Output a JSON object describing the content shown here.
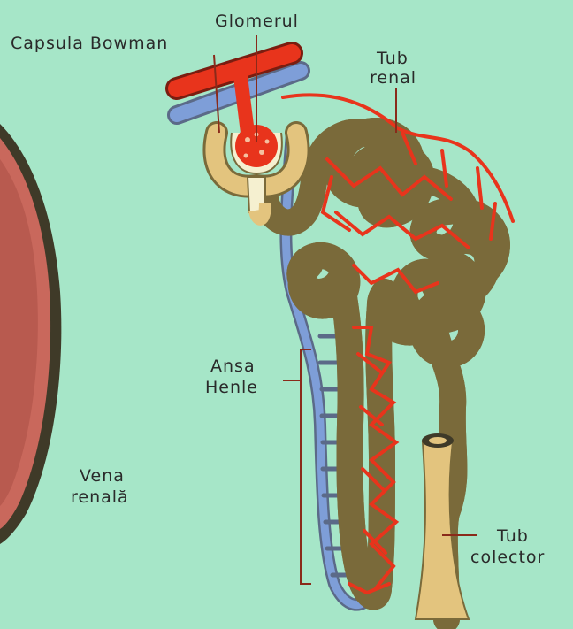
{
  "labels": {
    "glomerul": "Glomerul",
    "capsula_bowman": "Capsula Bowman",
    "tub_renal_line1": "Tub",
    "tub_renal_line2": "renal",
    "ansa_henle_line1": "Ansa",
    "ansa_henle_line2": "Henle",
    "vena_renala_line1": "Vena",
    "vena_renala_line2": "renală",
    "tub_colector_line1": "Tub",
    "tub_colector_line2": "colector"
  },
  "colors": {
    "background": "#a6e6c8",
    "tubule": "#e3c47e",
    "tubule_outline": "#7a6a3a",
    "capillary_red": "#e8341c",
    "vein_blue": "#7e9ed8",
    "kidney_tissue": "#c9685c",
    "leader_line": "#8a2a1a"
  }
}
